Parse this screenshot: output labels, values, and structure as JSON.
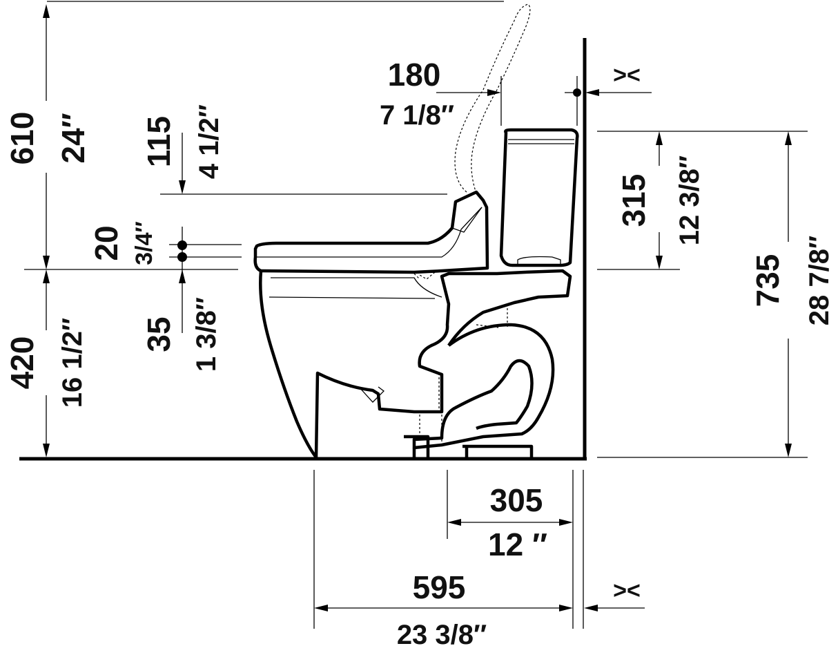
{
  "dimensions": {
    "total_height_mm": "610",
    "total_height_in": "24″",
    "seat_gap_mm": "115",
    "seat_gap_in": "4 1/2″",
    "lid_thickness_mm": "20",
    "lid_thickness_in": "3/4″",
    "seat_drop_mm": "35",
    "seat_drop_in": "1 3/8″",
    "seat_height_mm": "420",
    "seat_height_in": "16 1/2″",
    "hose_offset_mm": "180",
    "hose_offset_in": "7 1/8″",
    "tank_height_mm": "315",
    "tank_height_in": "12 3/8″",
    "overall_height_mm": "735",
    "overall_height_in": "28 7/8″",
    "rough_in_mm": "305",
    "rough_in_in": "12 ″",
    "overall_depth_mm": "595",
    "overall_depth_in": "23 3/8″",
    "wall_gap_top": "><",
    "wall_gap_bottom": "><"
  }
}
